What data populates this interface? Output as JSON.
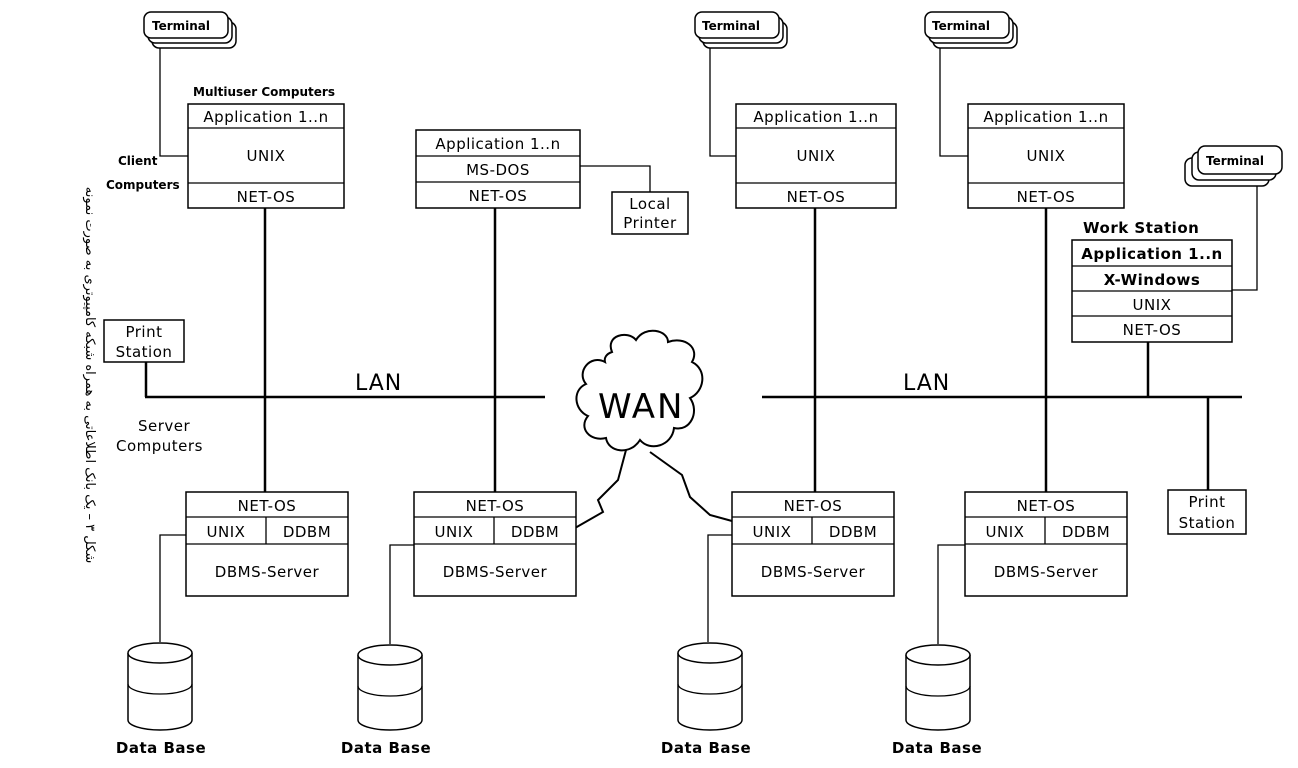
{
  "caption": "شکل ۳ – یک بانک اطلاعاتی به همراه شبکه کامپیوتری به صورت نمونه",
  "labels": {
    "terminal": "Terminal",
    "multiuser_computers": "Multiuser Computers",
    "client_computers_1": "Client",
    "client_computers_2": "Computers",
    "work_station": "Work Station",
    "lan": "LAN",
    "wan": "WAN",
    "server_computers_1": "Server",
    "server_computers_2": "Computers",
    "print_station_1": "Print",
    "print_station_2": "Station",
    "local_printer_1": "Local",
    "local_printer_2": "Printer",
    "data_base": "Data Base"
  },
  "layers": {
    "application": "Application 1..n",
    "unix": "UNIX",
    "ms_dos": "MS-DOS",
    "net_os": "NET-OS",
    "x_windows": "X-Windows",
    "ddbm": "DDBM",
    "dbms_server": "DBMS-Server"
  }
}
